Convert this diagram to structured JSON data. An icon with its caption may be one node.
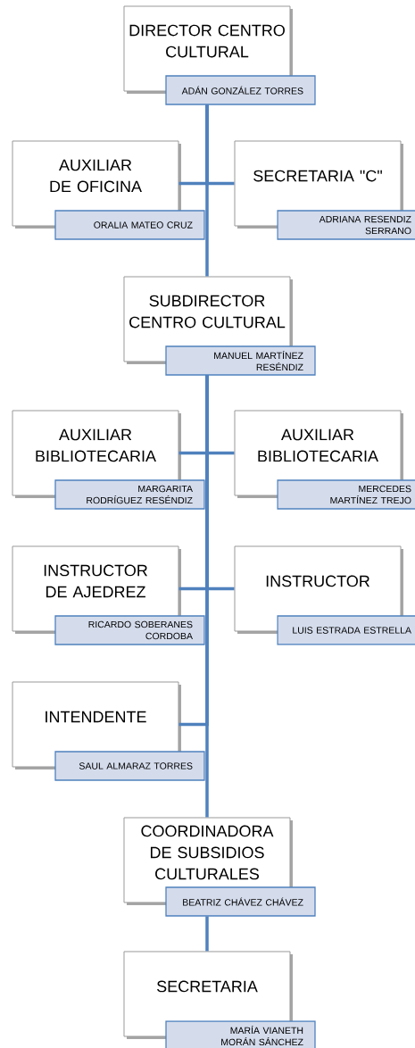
{
  "diagram": {
    "nodes": [
      {
        "text": [
          "DIRECTOR CENTRO CULTURAL",
          "ADÁN GONZÁLEZ TORRES"
        ]
      },
      {
        "text": [
          "AUXILIAR DE OFICINA",
          "ORALIA MATEO CRUZ"
        ]
      },
      {
        "text": [
          "SECRETARIA \"C\"",
          "ADRIANA RESENDIZ SERRANO"
        ]
      },
      {
        "text": [
          "SUBDIRECTOR CENTRO CULTURAL",
          "MANUEL MARTÍNEZ RESÉNDIZ"
        ]
      },
      {
        "text": [
          "AUXILIAR BIBLIOTECARIA",
          "MARGARITA RODRÍGUEZ RESÉNDIZ"
        ]
      },
      {
        "text": [
          "AUXILIAR BIBLIOTECARIA",
          "MERCEDES MARTÍNEZ TREJO"
        ]
      },
      {
        "text": [
          "INSTRUCTOR DE AJEDREZ",
          "RICARDO SOBERANES CORDOBA"
        ]
      },
      {
        "text": [
          "INSTRUCTOR",
          "LUIS ESTRADA ESTRELLA"
        ]
      },
      {
        "text": [
          "INTENDENTE",
          "SAUL ALMARAZ TORRES"
        ]
      },
      {
        "text": [
          "COORDINADORA DE SUBSIDIOS CULTURALES",
          "BEATRIZ CHÁVEZ CHÁVEZ"
        ]
      },
      {
        "text": [
          "SECRETARIA",
          "MARÍA VIANETH MORÁN SÁNCHEZ"
        ]
      }
    ],
    "edges": [
      {
        "from": 0,
        "to": 1,
        "arrow": "none"
      },
      {
        "from": 0,
        "to": 2,
        "arrow": "none"
      },
      {
        "from": 0,
        "to": 3,
        "arrow": "none"
      },
      {
        "from": 3,
        "to": 4,
        "arrow": "none"
      },
      {
        "from": 3,
        "to": 5,
        "arrow": "none"
      },
      {
        "from": 3,
        "to": 6,
        "arrow": "none"
      },
      {
        "from": 3,
        "to": 7,
        "arrow": "none"
      },
      {
        "from": 3,
        "to": 8,
        "arrow": "none"
      },
      {
        "from": 3,
        "to": 9,
        "arrow": "none"
      },
      {
        "from": 9,
        "to": 10,
        "arrow": "none"
      }
    ]
  }
}
